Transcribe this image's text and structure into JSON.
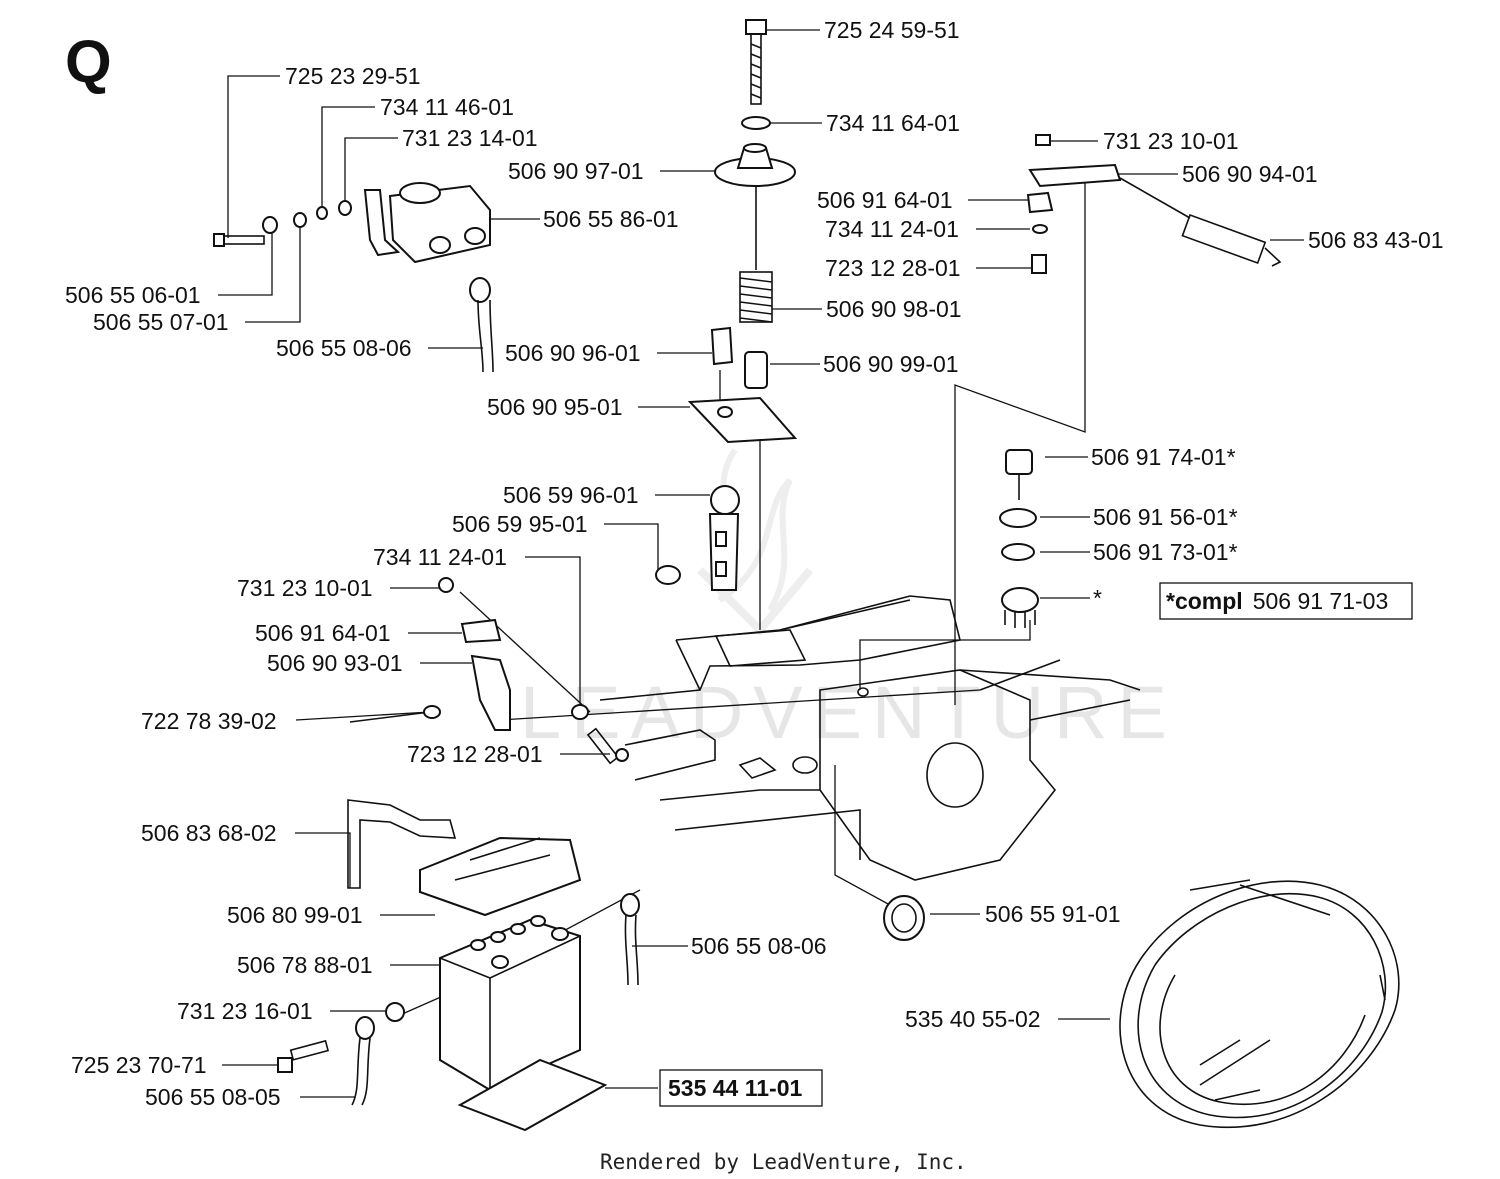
{
  "diagram_title": "Q",
  "labels": {
    "l01": "725 24 59-51",
    "l02": "725 23 29-51",
    "l03": "734 11 46-01",
    "l04": "734 11 64-01",
    "l05": "731 23 14-01",
    "l06": "731 23 10-01",
    "l07": "506 90 97-01",
    "l08": "506 90 94-01",
    "l09": "506 91 64-01",
    "l10": "506 55 86-01",
    "l11": "734 11 24-01",
    "l12": "506 83 43-01",
    "l13": "723 12 28-01",
    "l14": "506 55 06-01",
    "l15": "506 90 98-01",
    "l16": "506 55 07-01",
    "l17": "506 55 08-06",
    "l18": "506 90 96-01",
    "l19": "506 90 99-01",
    "l20": "506 90 95-01",
    "l21": "506 91 74-01*",
    "l22": "506 59 96-01",
    "l23": "506 91 56-01*",
    "l24": "506 59 95-01",
    "l25": "506 91 73-01*",
    "l26": "734 11 24-01",
    "l27": "731 23 10-01",
    "l28": "*",
    "l29": "506 91 64-01",
    "l30": "506 90 93-01",
    "l31": "722 78 39-02",
    "l32": "723 12 28-01",
    "l33": "506 83 68-02",
    "l34": "506 80 99-01",
    "l35": "506 55 91-01",
    "l36": "506 55 08-06",
    "l37": "506 78 88-01",
    "l38": "731 23 16-01",
    "l39": "535 40 55-02",
    "l40": "725 23 70-71",
    "l41": "506 55 08-05"
  },
  "kit_box": {
    "prefix": "*compl",
    "number": "506 91 71-03"
  },
  "boxed_part": "535 44 11-01",
  "watermark": "LEADVENTURE",
  "footer": "Rendered by LeadVenture, Inc."
}
